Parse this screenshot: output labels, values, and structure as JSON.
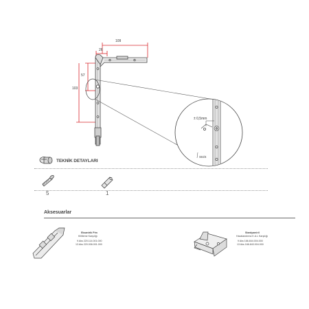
{
  "drawing": {
    "dim_top": "109",
    "dim_small": "26",
    "dim_mid": "57",
    "dim_tall": "103",
    "gap_label": "± 0,5mm",
    "screw_label": "St4/4"
  },
  "technical": {
    "title": "TEKNİK DETAYLARI",
    "screw_count": "5",
    "pin_count": "1"
  },
  "accessories": {
    "title": "Aksesuarlar",
    "item1": {
      "name": "Eksantrik Pim",
      "desc": "Kilitleme Karşılığı",
      "code1": "9 Aks 220.114.001.000",
      "code2": "13 Aks 220.006.001.000"
    },
    "item2": {
      "name": "Stardyamiril",
      "desc": "Havalandırma K.A.L Karşılığı",
      "code1": "9 Aks 166.844.004.000",
      "code2": "13 Aks 166.843.004.000"
    }
  },
  "colors": {
    "dim_red": "#d8262b",
    "line": "#444444",
    "rule": "#9a9a9a"
  }
}
